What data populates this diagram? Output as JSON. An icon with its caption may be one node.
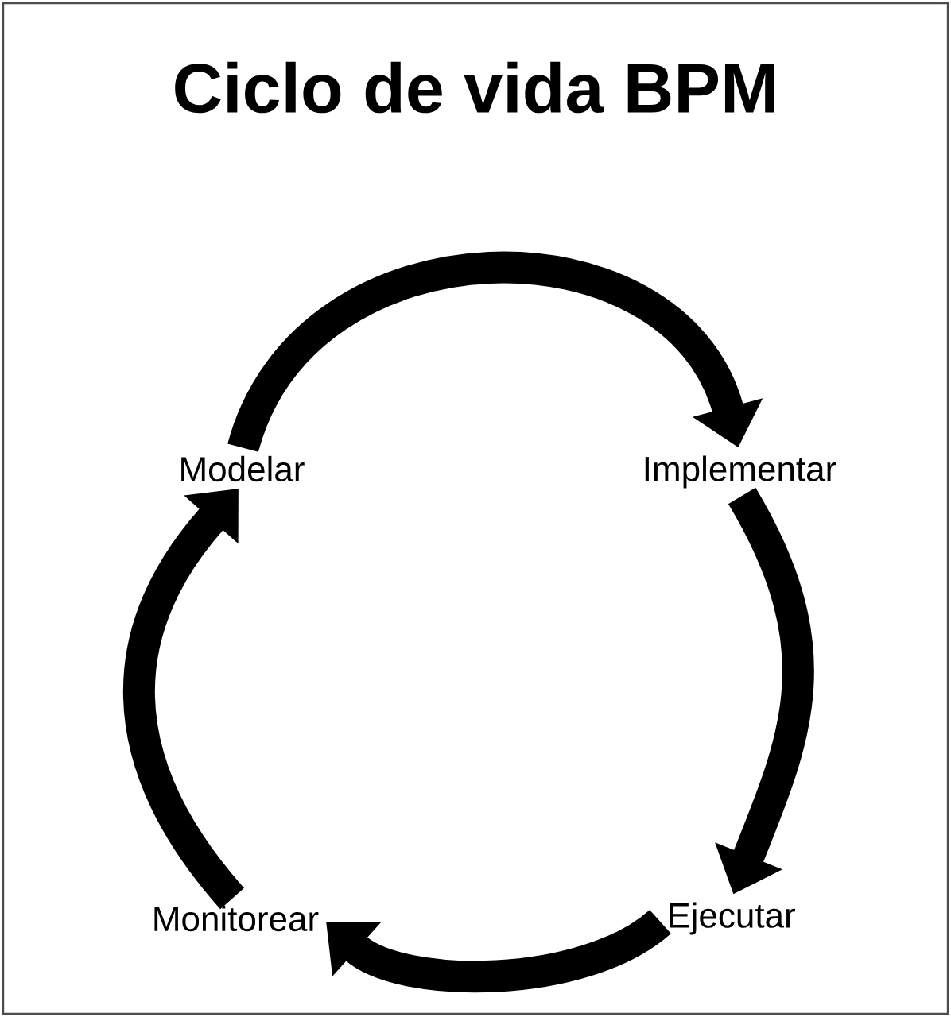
{
  "diagram": {
    "title": "Ciclo de vida BPM",
    "nodes": [
      {
        "text": [
          "Modelar"
        ]
      },
      {
        "text": [
          "Implementar"
        ]
      },
      {
        "text": [
          "Ejecutar"
        ]
      },
      {
        "text": [
          "Monitorear"
        ]
      }
    ],
    "edges": [
      {
        "from": 0,
        "to": 1,
        "arrow": "to"
      },
      {
        "from": 1,
        "to": 2,
        "arrow": "to"
      },
      {
        "from": 2,
        "to": 3,
        "arrow": "to"
      },
      {
        "from": 3,
        "to": 0,
        "arrow": "to"
      }
    ]
  }
}
